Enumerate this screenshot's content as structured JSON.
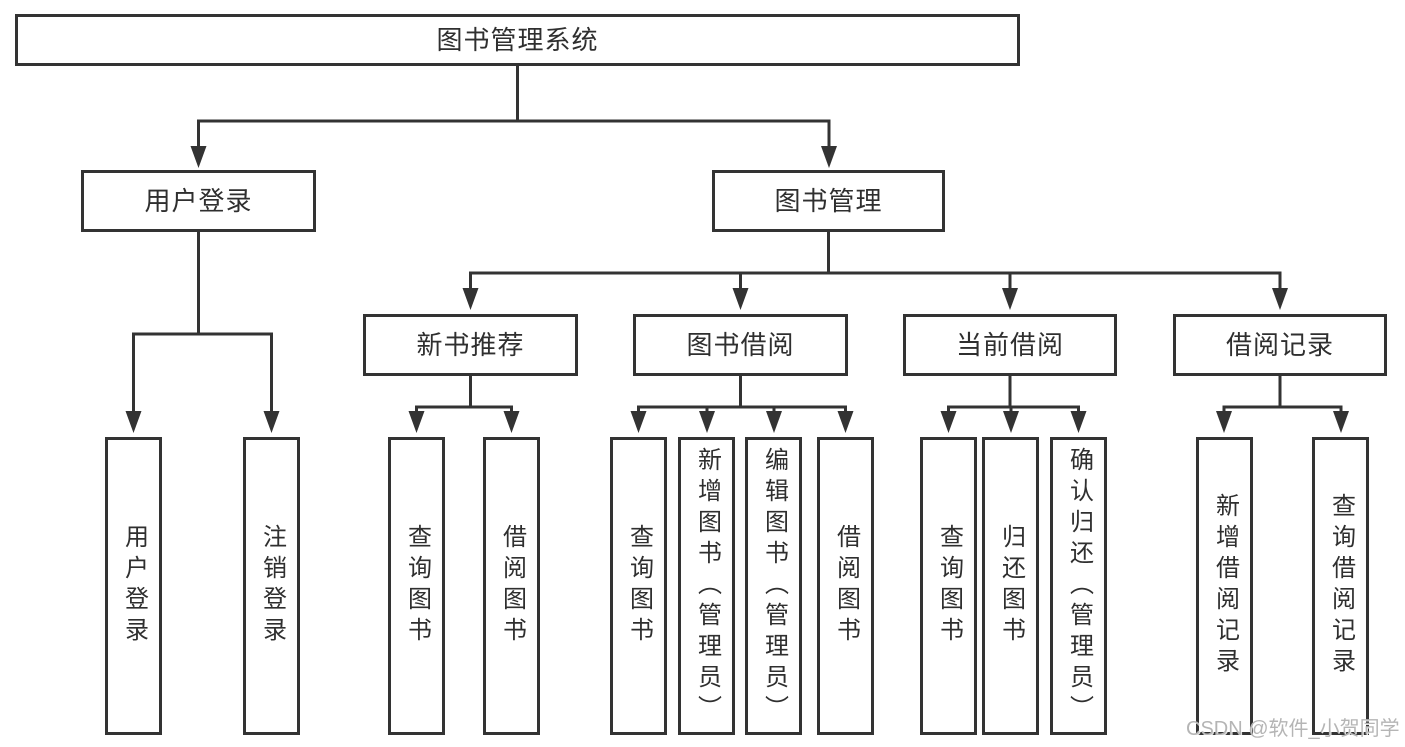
{
  "tree": {
    "root": "图书管理系统",
    "branches": [
      {
        "label": "用户登录",
        "children": [
          "用户登录",
          "注销登录"
        ]
      },
      {
        "label": "图书管理",
        "groups": [
          {
            "label": "新书推荐",
            "children": [
              "查询图书",
              "借阅图书"
            ]
          },
          {
            "label": "图书借阅",
            "children": [
              "查询图书",
              "新增图书（管理员）",
              "编辑图书（管理员）",
              "借阅图书"
            ]
          },
          {
            "label": "当前借阅",
            "children": [
              "查询图书",
              "归还图书",
              "确认归还（管理员）"
            ]
          },
          {
            "label": "借阅记录",
            "children": [
              "新增借阅记录",
              "查询借阅记录"
            ]
          }
        ]
      }
    ]
  },
  "watermark": {
    "text": "CSDN @软件_小贺同学"
  },
  "colors": {
    "line": "#333333",
    "text": "#2f2f2f",
    "box_bg": "#ffffff",
    "canvas_bg": "#ffffff",
    "watermark": "#b5b5b5"
  }
}
